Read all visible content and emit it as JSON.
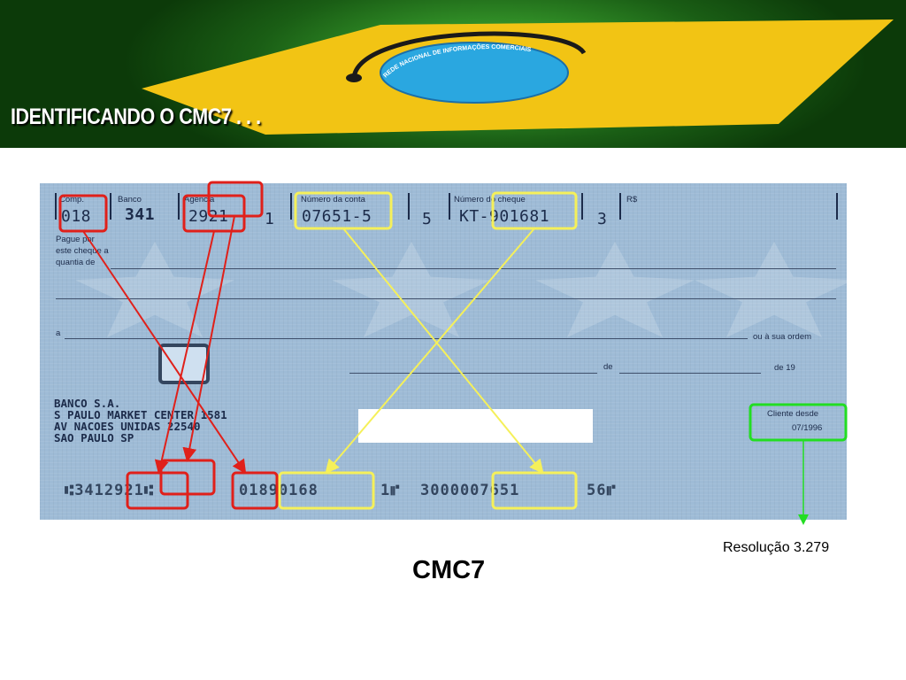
{
  "header": {
    "title": "IDENTIFICANDO O CMC7 . . .",
    "logo_text": "REDE NACIONAL DE INFORMAÇÕES COMERCIAIS",
    "colors": {
      "green": "#1f6d18",
      "yellow": "#f2c414",
      "blue": "#2aa7e0"
    }
  },
  "check": {
    "labels": {
      "comp": "Comp.",
      "banco": "Banco",
      "agencia": "Agência",
      "numero_conta": "Número da conta",
      "numero_cheque": "Número do cheque",
      "rs": "R$",
      "pague_por": "Pague por",
      "este_cheque": "este cheque a",
      "quantia_de": "quantia de",
      "a": "a",
      "ou_sua_ordem": "ou à sua ordem",
      "de": "de",
      "de_19": "de 19",
      "cliente_desde": "Cliente desde"
    },
    "values": {
      "comp": "018",
      "banco": "341",
      "agencia": "2921",
      "agencia_digit": "1",
      "conta": "07651-5",
      "conta_digit": "5",
      "cheque": "KT-901681",
      "cheque_digit": "3",
      "cliente_desde": "07/1996"
    },
    "address": {
      "line1": "BANCO        S.A.",
      "line2": "S PAULO MARKET CENTER 1581",
      "line3": "AV NACOES UNIDAS 22540",
      "line4": "SAO PAULO SP"
    },
    "micr": {
      "part1": "⑆3412921⑆",
      "part2": "01890168",
      "part3": "1⑈",
      "part4": "3000007651",
      "part5": "56⑈"
    }
  },
  "annotations": {
    "colors": {
      "red": "#e0201a",
      "yellow": "#f5f05a",
      "green": "#22dd22"
    },
    "resolution_label": "Resolução 3.279",
    "cmc7_label": "CMC7"
  }
}
